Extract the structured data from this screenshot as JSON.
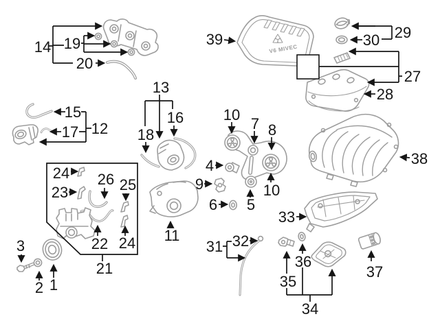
{
  "colors": {
    "background": "#ffffff",
    "callout_line": "#161616",
    "part_line": "#9d9d9d"
  },
  "engine_cover": {
    "badge_text": "V6 MIVEC"
  },
  "labels": {
    "n1": "1",
    "n2": "2",
    "n3": "3",
    "n4": "4",
    "n5": "5",
    "n6": "6",
    "n7": "7",
    "n8": "8",
    "n9": "9",
    "n10": "10",
    "n11": "11",
    "n12": "12",
    "n13": "13",
    "n14": "14",
    "n15": "15",
    "n16": "16",
    "n17": "17",
    "n18": "18",
    "n19": "19",
    "n20": "20",
    "n21": "21",
    "n22": "22",
    "n23": "23",
    "n24": "24",
    "n25": "25",
    "n26": "26",
    "n27": "27",
    "n28": "28",
    "n29": "29",
    "n30": "30",
    "n31": "31",
    "n32": "32",
    "n33": "33",
    "n34": "34",
    "n35": "35",
    "n36": "36",
    "n37": "37",
    "n38": "38",
    "n39": "39"
  }
}
